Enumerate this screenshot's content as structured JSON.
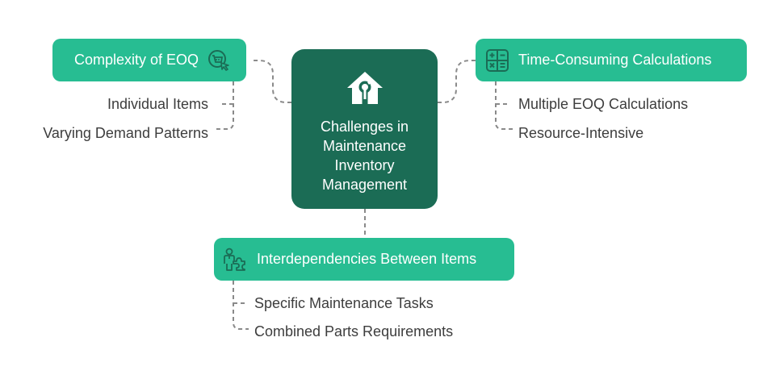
{
  "center": {
    "title": "Challenges in Maintenance Inventory Management",
    "icon": "house-wrench-icon",
    "color": "#1b6c55"
  },
  "topics": [
    {
      "label": "Complexity of EOQ",
      "icon": "cart-cursor-icon",
      "color": "#27bd92",
      "subitems": [
        "Individual Items",
        "Varying Demand Patterns"
      ]
    },
    {
      "label": "Time-Consuming Calculations",
      "icon": "calculator-icon",
      "color": "#27bd92",
      "subitems": [
        "Multiple EOQ Calculations",
        "Resource-Intensive"
      ]
    },
    {
      "label": "Interdependencies Between Items",
      "icon": "person-puzzle-icon",
      "color": "#27bd92",
      "subitems": [
        "Specific Maintenance Tasks",
        "Combined Parts Requirements"
      ]
    }
  ],
  "connector_color": "#8a8a8a"
}
